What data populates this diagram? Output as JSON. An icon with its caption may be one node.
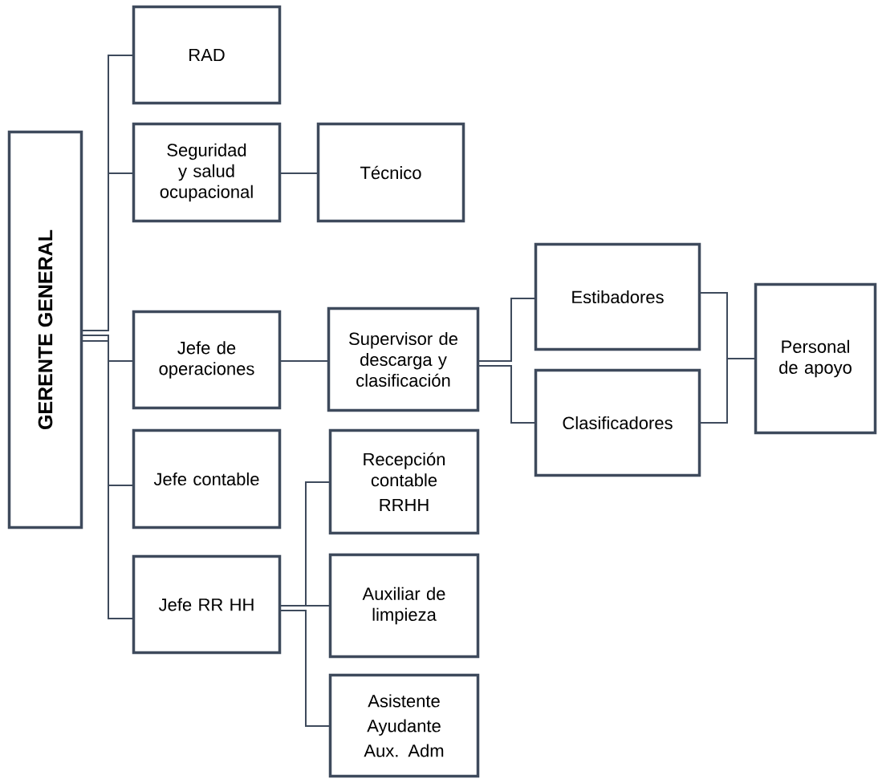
{
  "diagram": {
    "nodes": [
      {
        "text": [
          "GERENTE GENERAL"
        ]
      },
      {
        "text": [
          "RAD"
        ]
      },
      {
        "text": [
          "Seguridad y salud ocupacional"
        ]
      },
      {
        "text": [
          "Técnico"
        ]
      },
      {
        "text": [
          "Jefe de operaciones"
        ]
      },
      {
        "text": [
          "Supervisor de descarga y clasificación"
        ]
      },
      {
        "text": [
          "Estibadores"
        ]
      },
      {
        "text": [
          "Clasificadores"
        ]
      },
      {
        "text": [
          "Personal de apoyo"
        ]
      },
      {
        "text": [
          "Jefe contable"
        ]
      },
      {
        "text": [
          "Jefe RR HH"
        ]
      },
      {
        "text": [
          "Recepción contable",
          "RRHH"
        ]
      },
      {
        "text": [
          "Auxiliar de limpieza"
        ]
      },
      {
        "text": [
          "Asistente",
          "Ayudante",
          "Aux. Adm"
        ]
      }
    ],
    "edges": [
      {
        "from": 0,
        "to": 1,
        "arrow": "none"
      },
      {
        "from": 0,
        "to": 2,
        "arrow": "none"
      },
      {
        "from": 0,
        "to": 4,
        "arrow": "none"
      },
      {
        "from": 0,
        "to": 9,
        "arrow": "none"
      },
      {
        "from": 0,
        "to": 10,
        "arrow": "none"
      },
      {
        "from": 2,
        "to": 3,
        "arrow": "none"
      },
      {
        "from": 4,
        "to": 5,
        "arrow": "none"
      },
      {
        "from": 5,
        "to": 6,
        "arrow": "none"
      },
      {
        "from": 5,
        "to": 7,
        "arrow": "none"
      },
      {
        "from": 6,
        "to": 8,
        "arrow": "none"
      },
      {
        "from": 7,
        "to": 8,
        "arrow": "none"
      },
      {
        "from": 10,
        "to": 11,
        "arrow": "none"
      },
      {
        "from": 10,
        "to": 12,
        "arrow": "none"
      },
      {
        "from": 10,
        "to": 13,
        "arrow": "none"
      }
    ]
  }
}
